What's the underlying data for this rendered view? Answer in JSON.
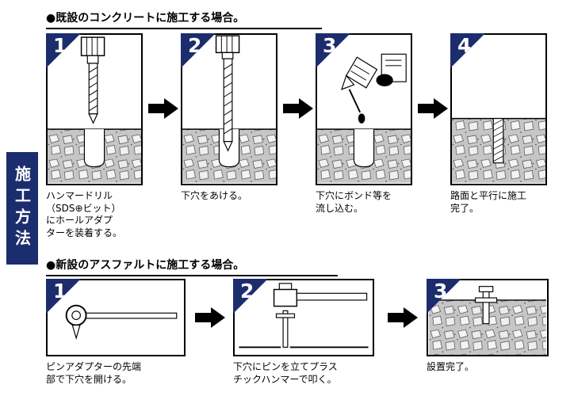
{
  "colors": {
    "navy": "#1c2d6e",
    "concrete_gray": "#c6c6c6",
    "stone": "#f4f4f4",
    "ink": "#000000"
  },
  "sidebar": {
    "label": "施工方法"
  },
  "sections": [
    {
      "heading": "●既設のコンクリートに施工する場合。",
      "steps": [
        {
          "number": "1",
          "caption": "ハンマードリル\n（SDS⊕ビット）\nにホールアダプ\nターを装着する。",
          "illustration": "hammer-drill-with-hole-adapter"
        },
        {
          "number": "2",
          "caption": "下穴をあける。",
          "illustration": "drilling-pilot-hole"
        },
        {
          "number": "3",
          "caption": "下穴にボンド等を\n流し込む。",
          "illustration": "pouring-adhesive-into-hole"
        },
        {
          "number": "4",
          "caption": "路面と平行に施工\n完了。",
          "illustration": "flush-installation-complete"
        }
      ]
    },
    {
      "heading": "●新設のアスファルトに施工する場合。",
      "steps": [
        {
          "number": "1",
          "caption": "ピンアダプターの先端\n部で下穴を開ける。",
          "illustration": "pin-adapter-tool"
        },
        {
          "number": "2",
          "caption": "下穴にピンを立てプラス\nチックハンマーで叩く。",
          "illustration": "pin-with-plastic-hammer"
        },
        {
          "number": "3",
          "caption": "設置完了。",
          "illustration": "pin-installed-in-asphalt"
        }
      ]
    }
  ]
}
